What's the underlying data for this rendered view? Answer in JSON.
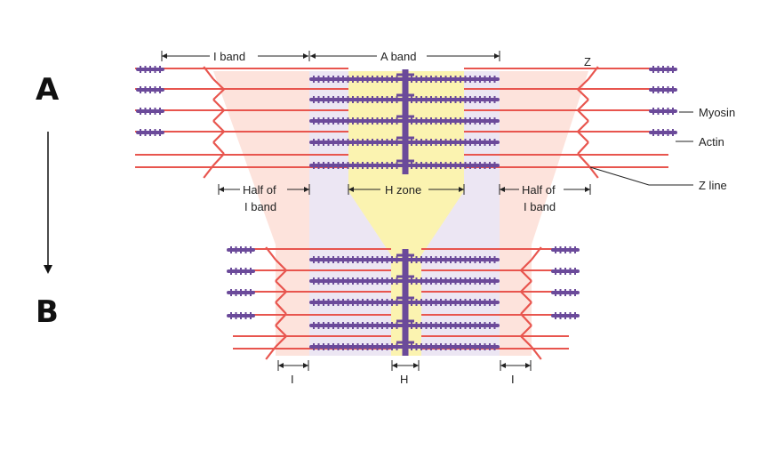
{
  "panels": {
    "top_label": "A",
    "bottom_label": "B"
  },
  "labels": {
    "i_band": "I band",
    "a_band": "A band",
    "z": "Z",
    "myosin": "Myosin",
    "actin": "Actin",
    "z_line": "Z line",
    "half_of": "Half of",
    "i_band_lower": "I band",
    "h_zone": "H zone",
    "i_short": "I",
    "h_short": "H"
  },
  "colors": {
    "actin": "#e8554e",
    "myosin": "#6b4a9a",
    "i_band_fill": "#fde3dc",
    "a_band_fill": "#ece6f3",
    "h_zone_fill": "#fbf3b0"
  }
}
